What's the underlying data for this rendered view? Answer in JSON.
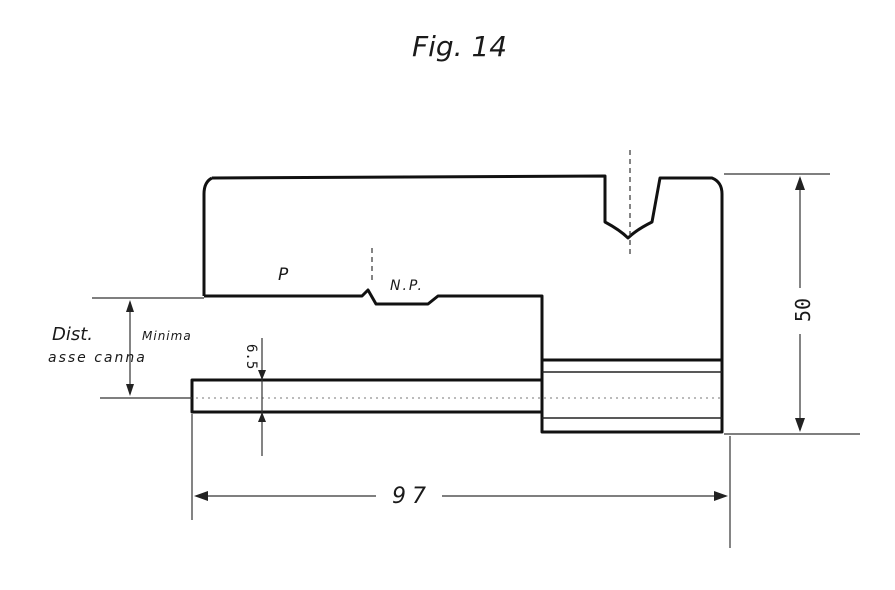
{
  "figure": {
    "caption": "Fig. 14"
  },
  "labels": {
    "region_p": "P",
    "region_np": "N.P.",
    "dist_line1": "Dist.",
    "dist_line2": "Minima",
    "dist_line3": "asse canna",
    "dim_height": "50",
    "dim_width": "97",
    "dim_small": "6.5"
  }
}
